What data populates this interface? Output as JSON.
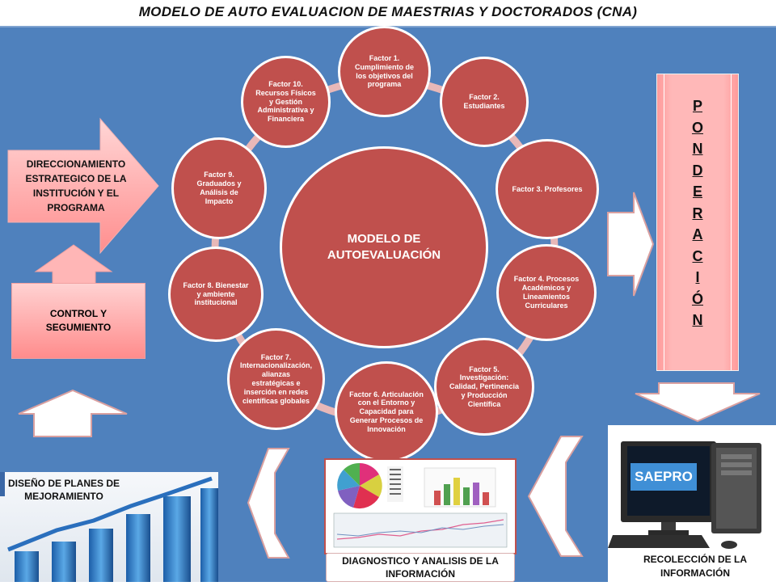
{
  "title": "MODELO DE AUTO EVALUACION DE MAESTRIAS Y DOCTORADOS (CNA)",
  "center": {
    "line1": "MODELO DE",
    "line2": "AUTOEVALUACIÓN"
  },
  "factors": [
    "Factor 1. Cumplimiento de los objetivos del programa",
    "Factor 2. Estudiantes",
    "Factor 3. Profesores",
    "Factor 4. Procesos Académicos y Lineamientos Curriculares",
    "Factor 5. Investigación: Calidad, Pertinencia y Producción Científica",
    "Factor 6. Articulación con el Entorno y Capacidad para Generar Procesos de Innovación",
    "Factor 7. Internacionalización, alianzas estratégicas e inserción en redes científicas globales",
    "Factor 8. Bienestar y ambiente institucional",
    "Factor 9. Graduados y Análisis de Impacto",
    "Factor 10. Recursos Físicos y Gestión Administrativa y Financiera"
  ],
  "direccionamiento": "DIRECCIONAMIENTO ESTRATEGICO DE LA INSTITUCIÓN Y EL PROGRAMA",
  "control": "CONTROL Y SEGUMIENTO",
  "ponderacion_letters": [
    "P",
    "O",
    "N",
    "D",
    "E",
    "R",
    "A",
    "C",
    "I",
    "Ó",
    "N"
  ],
  "saepro": "SAEPRO",
  "recoleccion": "RECOLECCIÓN DE LA INFORMACIÓN",
  "diagnostico": "DIAGNOSTICO Y ANALISIS DE LA INFORMACIÓN",
  "planes": "DISEÑO DE PLANES DE MEJORAMIENTO",
  "colors": {
    "panel": "#4f81bd",
    "node": "#c0504d",
    "ring": "#e8b8b8",
    "pink_light": "#ffd2d2",
    "pink_dark": "#ff8c8c",
    "saepro": "#3f8fd6"
  }
}
